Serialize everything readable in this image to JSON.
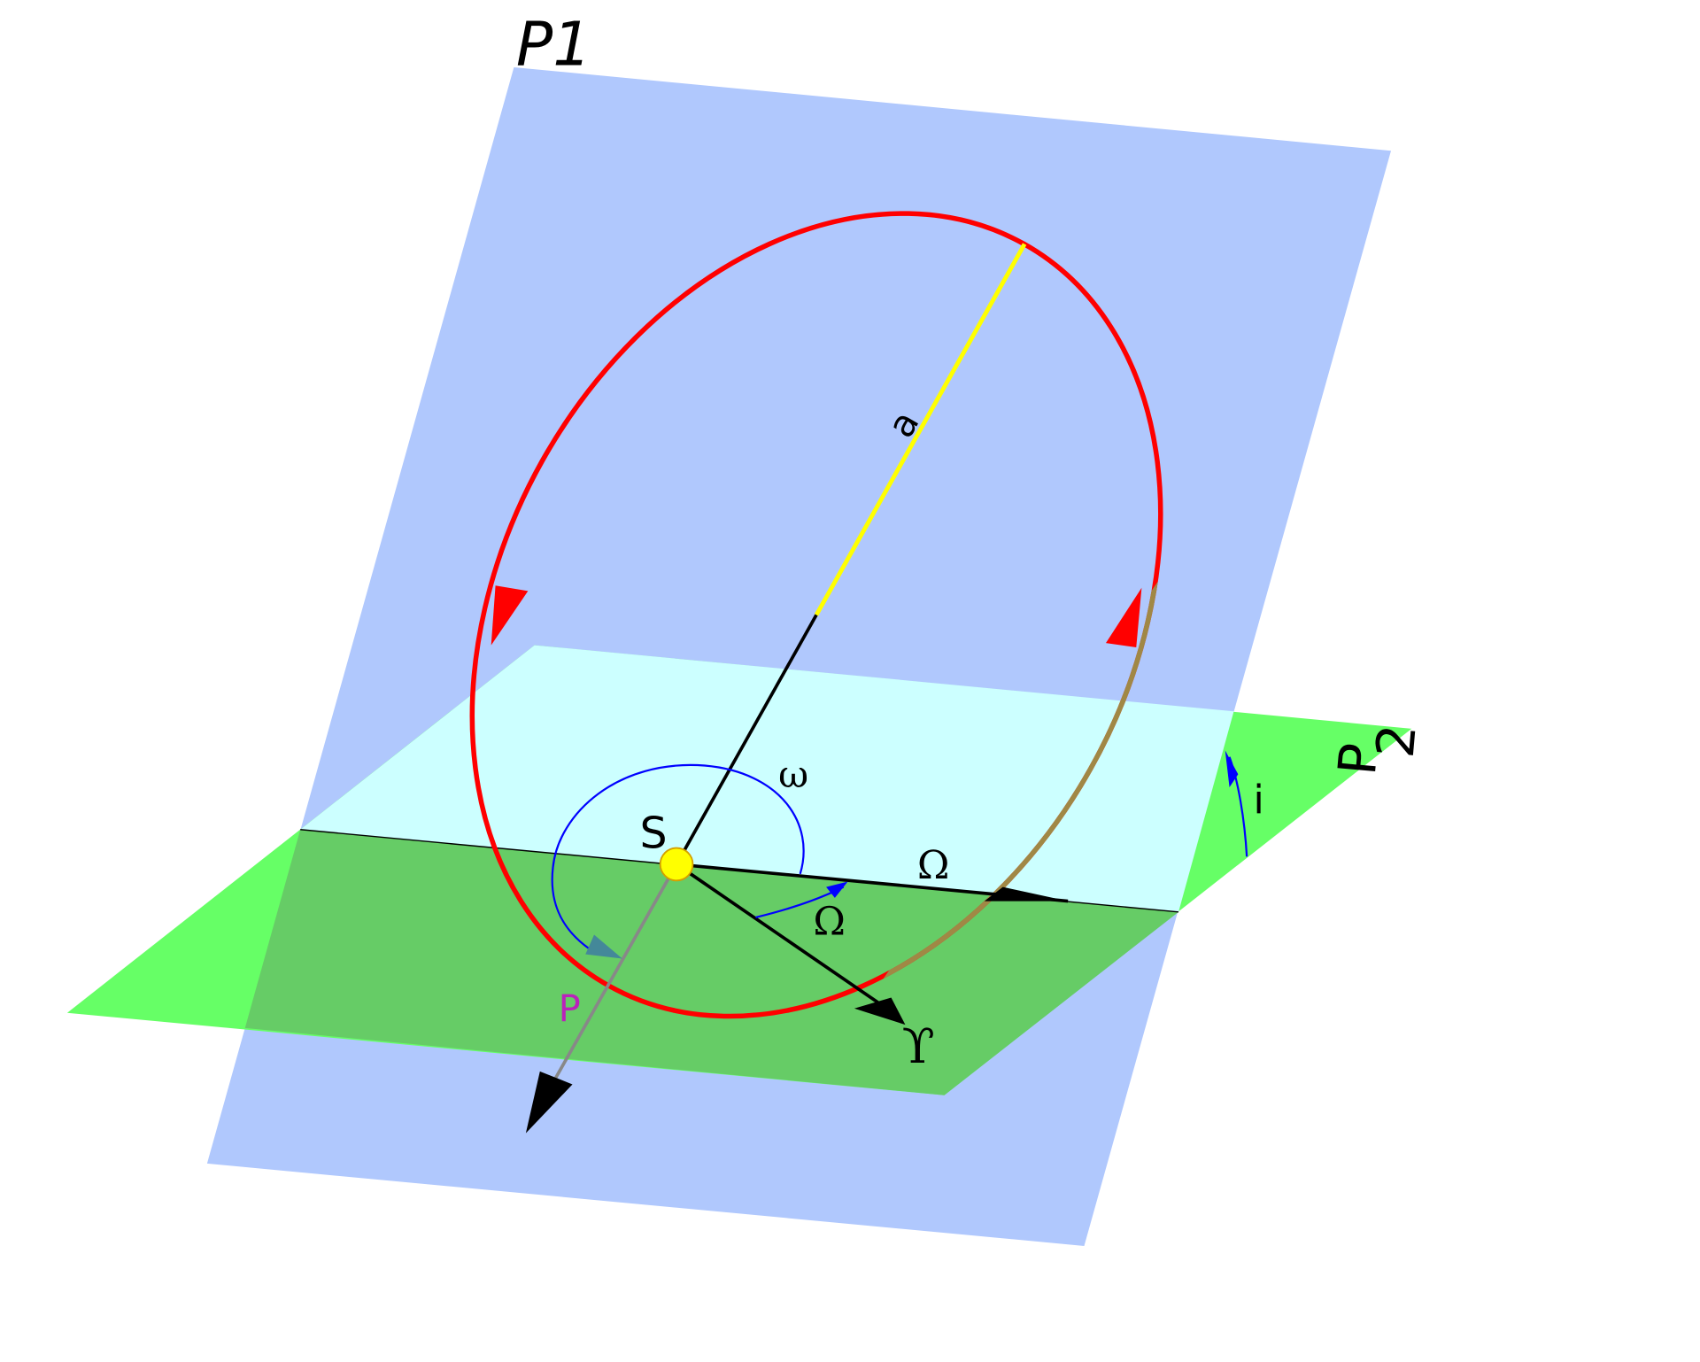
{
  "labels": {
    "plane1": "P1",
    "plane2_p": "P",
    "plane2_2": "2",
    "sun": "S",
    "arg_periapsis": "ω",
    "ascending_node": "Ω",
    "long_node": "Ω",
    "vernal_equinox": "ϒ",
    "inclination": "i",
    "semi_major_axis": "a",
    "periapsis": "P"
  },
  "colors": {
    "orbital_plane": "#b0c8fd",
    "reference_plane": "#66ff66",
    "overlap_above": "#ccffff",
    "overlap_below": "#66cc66",
    "orbit": "#ff0000",
    "orbit_hidden": "#a08845",
    "semi_major": "#ffff00",
    "angle_arcs": "#0000ff",
    "sun": "#ffff00",
    "periapsis_label": "#bb22bb"
  }
}
